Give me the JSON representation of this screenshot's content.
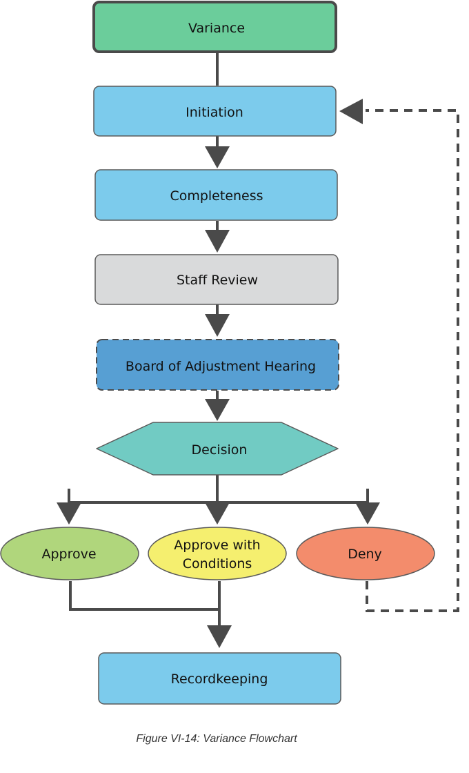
{
  "title": "Figure VI-14: Variance Flowchart",
  "colors": {
    "line": "#4a4a4a",
    "start": "#6bcd9b",
    "process": "#7ccbec",
    "review": "#d9dadb",
    "hearing": "#579fd3",
    "decision": "#71cbc3",
    "approve": "#b0d67c",
    "conditions": "#f5ef6f",
    "deny": "#f38c6c"
  },
  "nodes": {
    "variance": {
      "label": "Variance",
      "shape": "rounded-rect",
      "color_key": "start"
    },
    "initiation": {
      "label": "Initiation",
      "shape": "rounded-rect",
      "color_key": "process"
    },
    "completeness": {
      "label": "Completeness",
      "shape": "rounded-rect",
      "color_key": "process"
    },
    "staff_review": {
      "label": "Staff Review",
      "shape": "rounded-rect",
      "color_key": "review"
    },
    "hearing": {
      "label": "Board of Adjustment Hearing",
      "shape": "dashed-rounded-rect",
      "color_key": "hearing"
    },
    "decision": {
      "label": "Decision",
      "shape": "hexagon",
      "color_key": "decision"
    },
    "approve": {
      "label": "Approve",
      "shape": "ellipse",
      "color_key": "approve"
    },
    "approve_conditions": {
      "label_line1": "Approve with",
      "label_line2": "Conditions",
      "shape": "ellipse",
      "color_key": "conditions"
    },
    "deny": {
      "label": "Deny",
      "shape": "ellipse",
      "color_key": "deny"
    },
    "recordkeeping": {
      "label": "Recordkeeping",
      "shape": "rounded-rect",
      "color_key": "process"
    }
  },
  "edges": [
    {
      "from": "variance",
      "to": "initiation",
      "style": "solid",
      "arrow": false
    },
    {
      "from": "initiation",
      "to": "completeness",
      "style": "solid",
      "arrow": true
    },
    {
      "from": "completeness",
      "to": "staff_review",
      "style": "solid",
      "arrow": true
    },
    {
      "from": "staff_review",
      "to": "hearing",
      "style": "solid",
      "arrow": true
    },
    {
      "from": "hearing",
      "to": "decision",
      "style": "solid",
      "arrow": true
    },
    {
      "from": "decision",
      "to": "approve",
      "style": "solid",
      "arrow": true
    },
    {
      "from": "decision",
      "to": "approve_conditions",
      "style": "solid",
      "arrow": true
    },
    {
      "from": "decision",
      "to": "deny",
      "style": "solid",
      "arrow": true
    },
    {
      "from": "approve",
      "to": "recordkeeping",
      "style": "solid",
      "arrow": true
    },
    {
      "from": "approve_conditions",
      "to": "recordkeeping",
      "style": "solid",
      "arrow": true
    },
    {
      "from": "deny",
      "to": "initiation",
      "style": "dashed",
      "arrow": true
    }
  ]
}
